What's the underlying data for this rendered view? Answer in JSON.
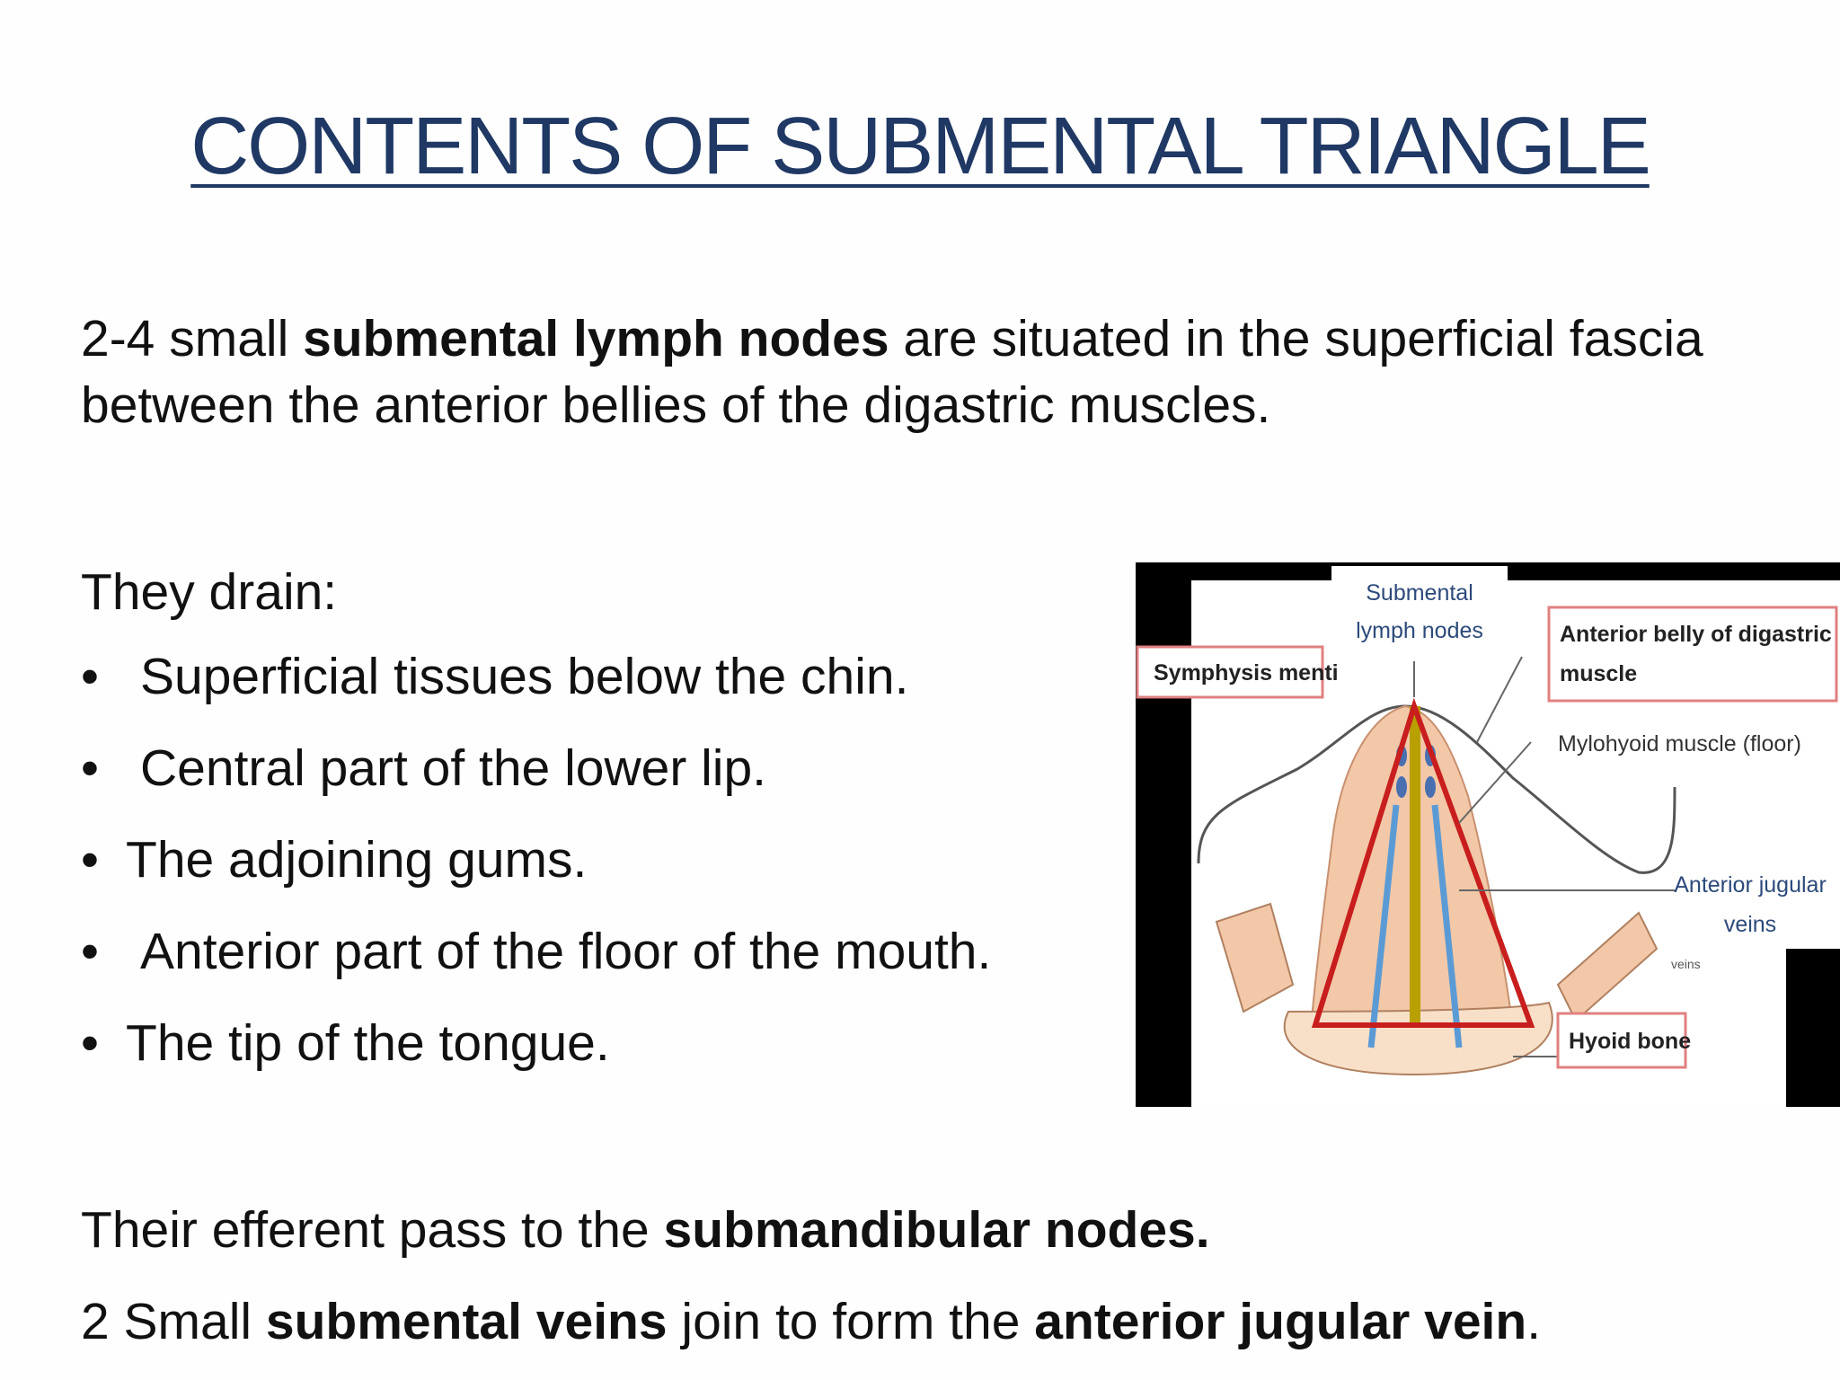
{
  "title": "CONTENTS OF SUBMENTAL TRIANGLE",
  "intro": {
    "t1": "2-4 small ",
    "b1": "submental lymph nodes",
    "t2": " are situated in the superficial fascia between the anterior bellies of the digastric muscles."
  },
  "drain_heading": "They drain:",
  "bullets": [
    "Superficial tissues below the chin.",
    "Central part of the lower lip.",
    "The adjoining gums.",
    "Anterior part of the floor of the mouth.",
    "The tip of the tongue."
  ],
  "bullet_glyph": "•",
  "efferent": {
    "t1": "Their efferent pass to the ",
    "b1": "submandibular nodes."
  },
  "veins": {
    "t1": "2 Small ",
    "b1": "submental veins",
    "t2": " join to form the ",
    "b2": "anterior jugular vein",
    "t3": "."
  },
  "figure": {
    "labels": {
      "submental_1": "Submental",
      "submental_2": "lymph nodes",
      "symphysis": "Symphysis menti",
      "anterior_belly_1": "Anterior belly of digastric",
      "anterior_belly_2": "muscle",
      "mylohyoid": "Mylohyoid muscle (floor)",
      "jugular_1": "Anterior jugular",
      "jugular_2": "veins",
      "veins_small": "veins",
      "hyoid": "Hyoid bone"
    },
    "colors": {
      "triangle": "#c81e1e",
      "vein": "#5b9bd5",
      "midline": "#b8a000",
      "muscle": "#f2c8a8",
      "label_title": "#1f3864"
    }
  }
}
